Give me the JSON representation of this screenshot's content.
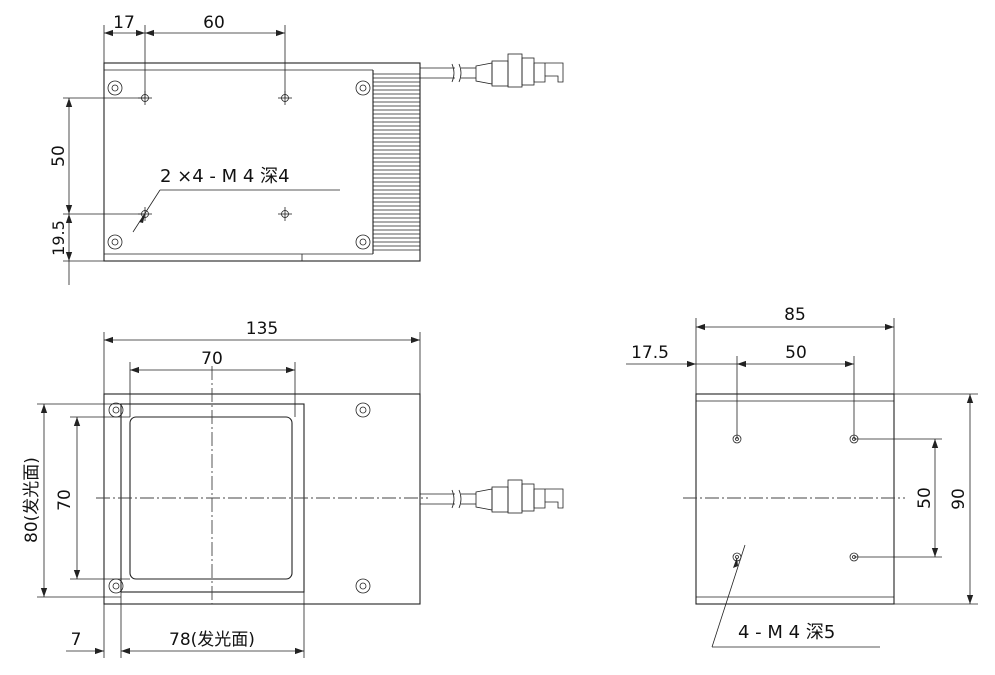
{
  "top_view": {
    "dim_left": "17",
    "dim_spacing": "60",
    "dim_height": "50",
    "dim_edge": "19.5",
    "thread_note": "2 ×4 - M 4 深4"
  },
  "front_view": {
    "dim_total_width": "135",
    "dim_window_width": "70",
    "dim_window_height": "70",
    "dim_emit_height": "80(发光面)",
    "dim_offset": "7",
    "dim_emit_width": "78(发光面)"
  },
  "side_view": {
    "dim_total_width": "85",
    "dim_offset": "17.5",
    "dim_spacing_x": "50",
    "dim_spacing_y": "50",
    "dim_total_height": "90",
    "thread_note": "4 - M 4 深5"
  }
}
